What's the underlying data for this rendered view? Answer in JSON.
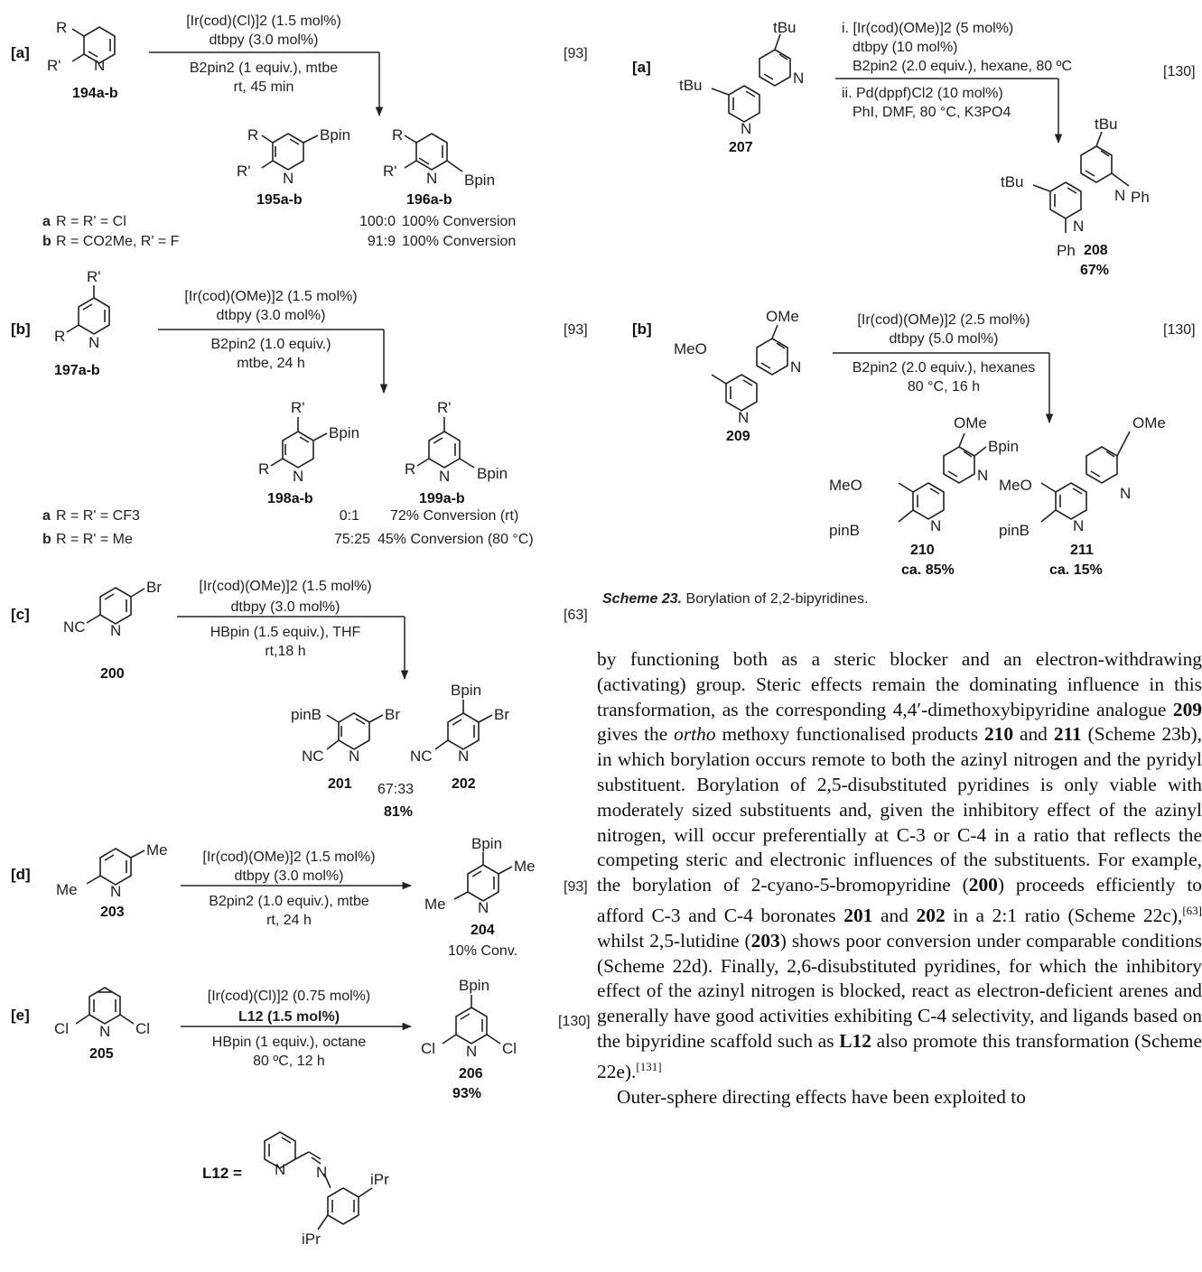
{
  "left_column": {
    "schemes": [
      {
        "tag": "[a]",
        "reagent_lines": [
          "[Ir(cod)(Cl)]2 (1.5 mol%)",
          "dtbpy (3.0 mol%)",
          "B2pin2 (1 equiv.), mtbe",
          "rt, 45 min"
        ],
        "ref": "[93]",
        "compounds": [
          "194a-b",
          "195a-b",
          "196a-b"
        ],
        "substituent_labels": [
          "R",
          "R'",
          "N",
          "Bpin"
        ],
        "rows": [
          {
            "key": "a",
            "desc": "R = R' = Cl",
            "ratio": "100:0",
            "result": "100% Conversion"
          },
          {
            "key": "b",
            "desc": "R = CO2Me, R' = F",
            "ratio": "91:9",
            "result": "100% Conversion"
          }
        ]
      },
      {
        "tag": "[b]",
        "reagent_lines": [
          "[Ir(cod)(OMe)]2 (1.5 mol%)",
          "dtbpy (3.0 mol%)",
          "B2pin2 (1.0 equiv.)",
          "mtbe, 24 h"
        ],
        "ref": "[93]",
        "compounds": [
          "197a-b",
          "198a-b",
          "199a-b"
        ],
        "rows": [
          {
            "key": "a",
            "desc": "R = R' = CF3",
            "ratio": "0:1",
            "result": "72% Conversion (rt)"
          },
          {
            "key": "b",
            "desc": "R = R' = Me",
            "ratio": "75:25",
            "result": "45% Conversion (80 °C)"
          }
        ]
      },
      {
        "tag": "[c]",
        "reagent_lines": [
          "[Ir(cod)(OMe)]2 (1.5 mol%)",
          "dtbpy (3.0 mol%)",
          "HBpin (1.5 equiv.), THF",
          "rt,18 h"
        ],
        "ref": "[63]",
        "compounds": [
          "200",
          "201",
          "202"
        ],
        "substituent_labels": [
          "Br",
          "NC",
          "pinB"
        ],
        "ratio": "67:33",
        "yield": "81%"
      },
      {
        "tag": "[d]",
        "reagent_lines": [
          "[Ir(cod)(OMe)]2 (1.5 mol%)",
          "dtbpy (3.0 mol%)",
          "B2pin2 (1.0 equiv.), mtbe",
          "rt, 24 h"
        ],
        "ref": "[93]",
        "compounds": [
          "203",
          "204"
        ],
        "substituent_labels": [
          "Me"
        ],
        "result": "10% Conv."
      },
      {
        "tag": "[e]",
        "reagent_lines": [
          "[Ir(cod)(Cl)]2 (0.75 mol%)",
          "L12 (1.5 mol%)",
          "HBpin (1 equiv.), octane",
          "80 ºC, 12 h"
        ],
        "ref": "[130]",
        "compounds": [
          "205",
          "206"
        ],
        "substituent_labels": [
          "Cl"
        ],
        "yield": "93%"
      }
    ],
    "ligand": {
      "label": "L12 =",
      "substituent": "iPr"
    }
  },
  "right_column": {
    "schemes": [
      {
        "tag": "[a]",
        "reagent_lines": [
          "i. [Ir(cod)(OMe)]2 (5 mol%)",
          "dtbpy (10 mol%)",
          "B2pin2 (2.0 equiv.), hexane, 80 ºC",
          "ii. Pd(dppf)Cl2 (10 mol%)",
          "PhI, DMF, 80 °C, K3PO4"
        ],
        "ref": "[130]",
        "compounds": [
          "207",
          "208"
        ],
        "substituent_labels": [
          "tBu",
          "Ph"
        ],
        "yield": "67%"
      },
      {
        "tag": "[b]",
        "reagent_lines": [
          "[Ir(cod)(OMe)]2 (2.5 mol%)",
          "dtbpy (5.0 mol%)",
          "B2pin2 (2.0 equiv.), hexanes",
          "80 °C, 16 h"
        ],
        "ref": "[130]",
        "compounds": [
          "209",
          "210",
          "211"
        ],
        "substituent_labels": [
          "OMe",
          "MeO",
          "Bpin",
          "pinB"
        ],
        "yields": [
          "ca. 85%",
          "ca. 15%"
        ]
      }
    ],
    "caption": {
      "label": "Scheme 23.",
      "text": "Borylation of 2,2-bipyridines."
    },
    "body": {
      "p1_parts": [
        "by functioning both as a steric blocker and an electron-withdrawing (activating) group. Steric effects remain the dominating influence in this transformation, as the corresponding 4,4′-dimethoxybipyridine analogue ",
        "209",
        " gives the ",
        "ortho",
        " methoxy functionalised products ",
        "210",
        " and ",
        "211",
        " (Scheme 23b), in which borylation occurs remote to both the azinyl nitrogen and the pyridyl substituent. Borylation of 2,5-disubstituted pyridines is only viable with moderately sized substituents and, given the inhibitory effect of the azinyl nitrogen, will occur preferentially at C-3 or C-4 in a ratio that reflects the competing steric and electronic influences of the substituents. For example, the borylation of 2-cyano-5-bromopyridine (",
        "200",
        ") proceeds efficiently to afford C-3 and C-4 boronates ",
        "201",
        " and ",
        "202",
        " in a 2:1 ratio (Scheme 22c),",
        "[63]",
        " whilst 2,5-lutidine (",
        "203",
        ") shows poor conversion under comparable conditions (Scheme 22d). Finally, 2,6-disubstituted pyridines, for which the inhibitory effect of the azinyl nitrogen is blocked, react as electron-deficient arenes and generally have good activities exhibiting C-4 selectivity, and ligands based on the bipyridine scaffold such as ",
        "L12",
        " also promote this transformation (Scheme 22e).",
        "[131]"
      ],
      "p2": "Outer-sphere directing effects have been exploited to"
    }
  }
}
